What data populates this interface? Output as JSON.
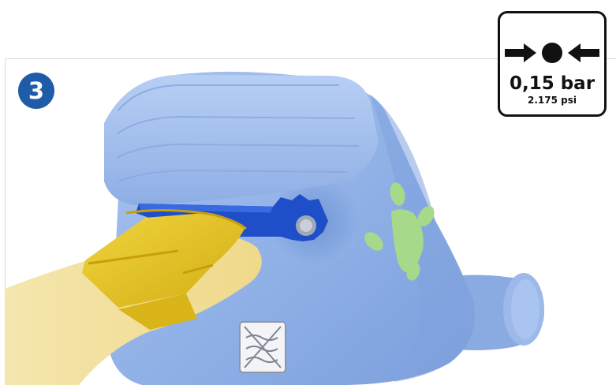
{
  "step": {
    "number": "3",
    "color": "#1f5ca8"
  },
  "pressure": {
    "value_bar": "0,15 bar",
    "value_psi": "2.175 psi",
    "icon": "pressure-inward-arrows-icon"
  },
  "illustration": {
    "icons": [
      "robot-body-illustration",
      "roller-brush-illustration",
      "gear-nut-icon",
      "frog-footprint-logo",
      "no-water-warning-icon",
      "yellow-flap-illustration"
    ],
    "colors": {
      "body": "#8fb0e6",
      "body_shadow": "#6f93d1",
      "roller": "#1f4fc8",
      "logo": "#a6d98a",
      "flap": "#e3c22a",
      "hand": "#f2e3a3"
    }
  }
}
